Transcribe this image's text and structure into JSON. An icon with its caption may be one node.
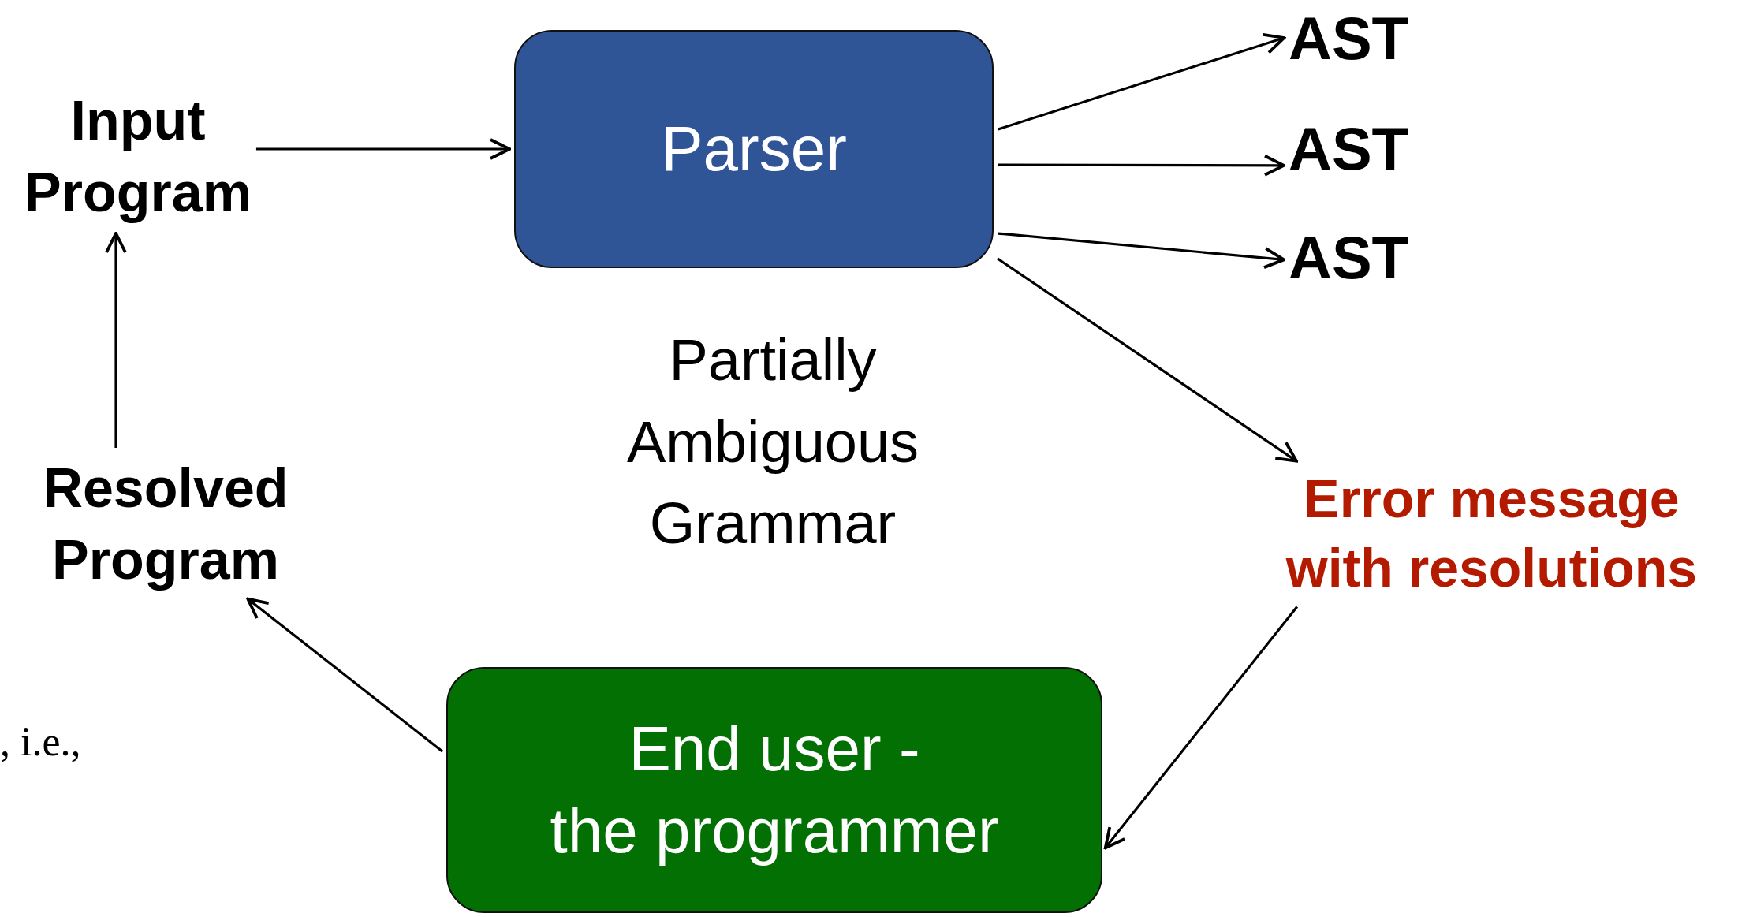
{
  "diagram": {
    "nodes": [
      {
        "text": [
          "Input Program"
        ]
      },
      {
        "text": [
          "Parser"
        ]
      },
      {
        "text": [
          "AST"
        ]
      },
      {
        "text": [
          "AST"
        ]
      },
      {
        "text": [
          "AST"
        ]
      },
      {
        "text": [
          "Error message with resolutions"
        ]
      },
      {
        "text": [
          "End user - the programmer"
        ]
      },
      {
        "text": [
          "Resolved Program"
        ]
      }
    ],
    "edges": [
      {
        "from": 0,
        "to": 1,
        "arrow": "to"
      },
      {
        "from": 1,
        "to": 2,
        "arrow": "to"
      },
      {
        "from": 1,
        "to": 3,
        "arrow": "to"
      },
      {
        "from": 1,
        "to": 4,
        "arrow": "to"
      },
      {
        "from": 1,
        "to": 5,
        "arrow": "to"
      },
      {
        "from": 5,
        "to": 6,
        "arrow": "to"
      },
      {
        "from": 6,
        "to": 7,
        "arrow": "to"
      },
      {
        "from": 7,
        "to": 0,
        "arrow": "to"
      }
    ],
    "labels": [
      "Partially Ambiguous Grammar",
      ", i.e.,"
    ]
  }
}
